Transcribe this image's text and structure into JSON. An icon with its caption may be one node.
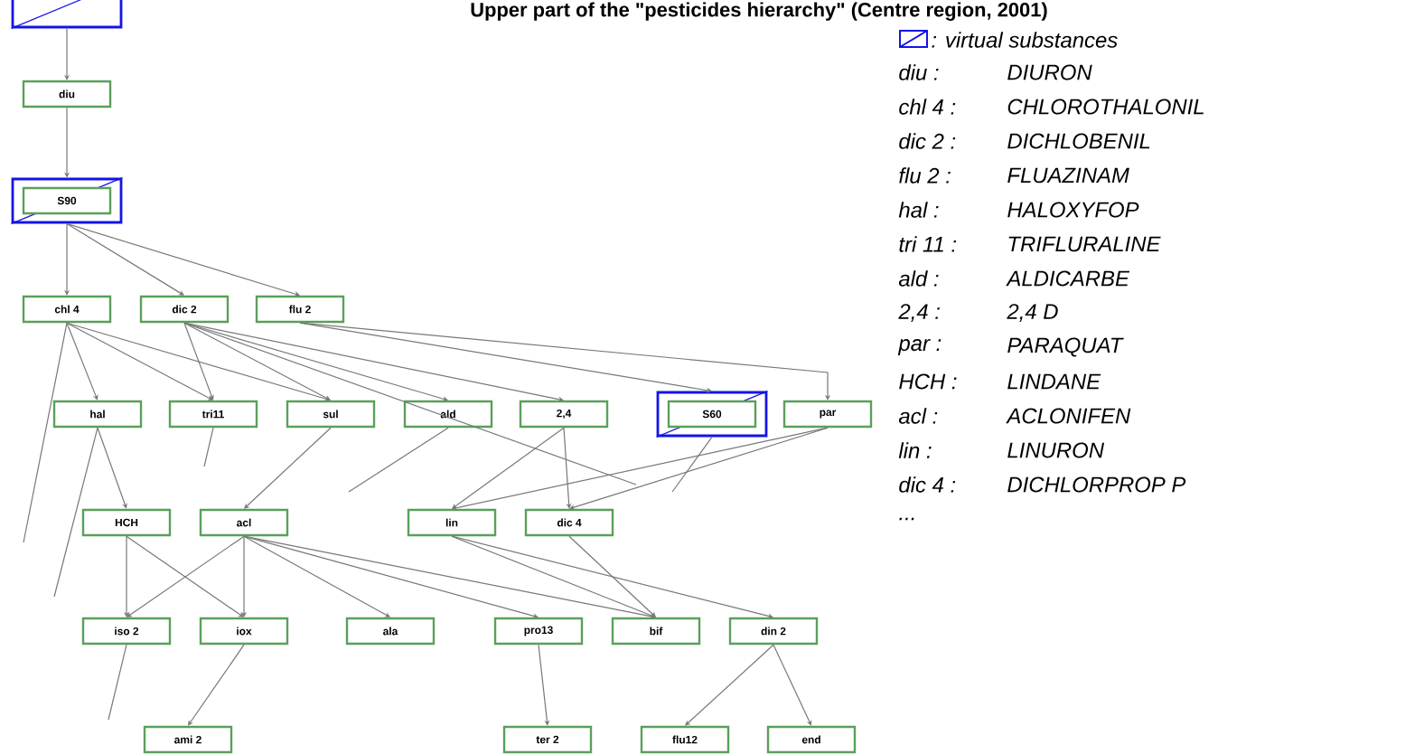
{
  "diagram": {
    "title": "Upper part of the \"pesticides hierarchy\" (Centre region, 2001)",
    "nodes": [
      {
        "text": [],
        "shape": "box"
      },
      {
        "text": [
          "diu"
        ]
      },
      {
        "text": [],
        "shape": "box"
      },
      {
        "text": [
          "S90"
        ],
        "in": 2
      },
      {
        "text": [
          "chl 4"
        ]
      },
      {
        "text": [
          "dic 2"
        ]
      },
      {
        "text": [
          "flu 2"
        ]
      },
      {
        "text": [
          "hal"
        ]
      },
      {
        "text": [
          "tri11"
        ]
      },
      {
        "text": [
          "sul"
        ]
      },
      {
        "text": [
          "ald"
        ]
      },
      {
        "text": [
          "2,4"
        ]
      },
      {
        "text": [],
        "shape": "box"
      },
      {
        "text": [
          "S60"
        ],
        "in": 12
      },
      {
        "text": [
          "par"
        ]
      },
      {
        "text": [
          "HCH"
        ]
      },
      {
        "text": [
          "acl"
        ]
      },
      {
        "text": [
          "lin"
        ]
      },
      {
        "text": [
          "dic 4"
        ]
      },
      {
        "text": [
          "iso 2"
        ]
      },
      {
        "text": [
          "iox"
        ]
      },
      {
        "text": [
          "ala"
        ]
      },
      {
        "text": [
          "pro13"
        ]
      },
      {
        "text": [
          "bif"
        ]
      },
      {
        "text": [
          "din 2"
        ]
      },
      {
        "text": [
          "ami 2"
        ]
      },
      {
        "text": [
          "ter 2"
        ]
      },
      {
        "text": [
          "flu12"
        ]
      },
      {
        "text": [
          "end"
        ]
      }
    ],
    "edges": [
      {
        "from": 0,
        "to": 1,
        "arrow": "to"
      },
      {
        "from": 1,
        "to": 2,
        "arrow": "to"
      },
      {
        "from": 2,
        "to": 4,
        "arrow": "to"
      },
      {
        "from": 2,
        "to": 5,
        "arrow": "to"
      },
      {
        "from": 2,
        "to": 6,
        "arrow": "to"
      },
      {
        "from": 4,
        "to": 7,
        "arrow": "to"
      },
      {
        "from": 4,
        "to": 8,
        "arrow": "to"
      },
      {
        "from": 4,
        "to": 9,
        "arrow": "to"
      },
      {
        "from": 4,
        "to": null,
        "arrow": "none"
      },
      {
        "from": 5,
        "to": 8,
        "arrow": "to"
      },
      {
        "from": 5,
        "to": 9,
        "arrow": "to"
      },
      {
        "from": 5,
        "to": 10,
        "arrow": "to"
      },
      {
        "from": 5,
        "to": 11,
        "arrow": "to"
      },
      {
        "from": 5,
        "to": null,
        "arrow": "none"
      },
      {
        "from": 6,
        "to": 12,
        "arrow": "to"
      },
      {
        "from": 6,
        "to": 14,
        "arrow": "to"
      },
      {
        "from": 7,
        "to": 15,
        "arrow": "to"
      },
      {
        "from": 7,
        "to": null,
        "arrow": "none"
      },
      {
        "from": 8,
        "to": null,
        "arrow": "none"
      },
      {
        "from": 9,
        "to": 16,
        "arrow": "to"
      },
      {
        "from": 10,
        "to": null,
        "arrow": "none"
      },
      {
        "from": 11,
        "to": 17,
        "arrow": "to"
      },
      {
        "from": 11,
        "to": 18,
        "arrow": "to"
      },
      {
        "from": 12,
        "to": null,
        "arrow": "none"
      },
      {
        "from": 14,
        "to": 17,
        "arrow": "to"
      },
      {
        "from": 14,
        "to": 18,
        "arrow": "to"
      },
      {
        "from": 15,
        "to": 19,
        "arrow": "to"
      },
      {
        "from": 15,
        "to": 20,
        "arrow": "to"
      },
      {
        "from": 16,
        "to": 19,
        "arrow": "to"
      },
      {
        "from": 16,
        "to": 20,
        "arrow": "to"
      },
      {
        "from": 16,
        "to": 21,
        "arrow": "to"
      },
      {
        "from": 16,
        "to": 22,
        "arrow": "to"
      },
      {
        "from": 16,
        "to": 23,
        "arrow": "to"
      },
      {
        "from": 17,
        "to": 23,
        "arrow": "to"
      },
      {
        "from": 17,
        "to": 24,
        "arrow": "to"
      },
      {
        "from": 18,
        "to": 23,
        "arrow": "to"
      },
      {
        "from": 19,
        "to": null,
        "arrow": "none"
      },
      {
        "from": 20,
        "to": 25,
        "arrow": "to"
      },
      {
        "from": 22,
        "to": 26,
        "arrow": "to"
      },
      {
        "from": 24,
        "to": 27,
        "arrow": "to"
      },
      {
        "from": 24,
        "to": 28,
        "arrow": "to"
      }
    ],
    "labels": [
      "diu :",
      "DIURON",
      "chl 4 :",
      "CHLOROTHALONIL",
      "dic 2 :",
      "DICHLOBENIL",
      "flu 2 :",
      "FLUAZINAM",
      "hal :",
      "HALOXYFOP",
      "tri 11 :",
      "TRIFLURALINE",
      "ald :",
      "ALDICARBE",
      "2,4 :",
      "2,4 D",
      "par :",
      "PARAQUAT",
      "HCH :",
      "LINDANE",
      "acl :",
      "ACLONIFEN",
      "lin :",
      "LINURON",
      "dic 4 :",
      "DICHLORPROP P",
      "..."
    ],
    "legend": [
      {
        "text": ": virtual substances"
      }
    ]
  }
}
